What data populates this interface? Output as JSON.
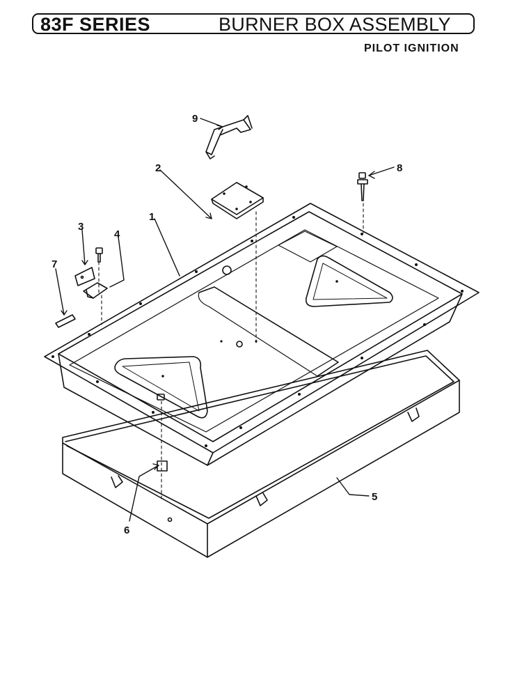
{
  "header": {
    "series": "83F SERIES",
    "assembly": "BURNER BOX ASSEMBLY",
    "subtitle": "PILOT IGNITION"
  },
  "callouts": [
    {
      "id": "9",
      "label": "9"
    },
    {
      "id": "2",
      "label": "2"
    },
    {
      "id": "8",
      "label": "8"
    },
    {
      "id": "1",
      "label": "1"
    },
    {
      "id": "3",
      "label": "3"
    },
    {
      "id": "4",
      "label": "4"
    },
    {
      "id": "7",
      "label": "7"
    },
    {
      "id": "5",
      "label": "5"
    },
    {
      "id": "6",
      "label": "6"
    }
  ]
}
